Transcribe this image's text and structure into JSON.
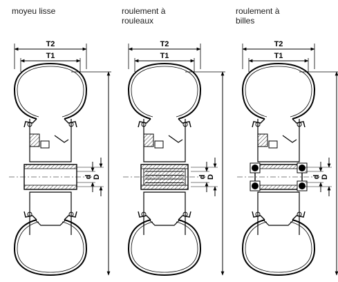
{
  "captions": [
    {
      "lines": [
        "moyeu lisse"
      ]
    },
    {
      "lines": [
        "roulement à",
        "rouleaux"
      ]
    },
    {
      "lines": [
        "roulement à",
        "billes"
      ]
    }
  ],
  "dimension_labels": {
    "t2": "T2",
    "t1": "T1",
    "d_small": "d",
    "d_large": "D"
  },
  "variants": [
    "plain",
    "roller",
    "ball"
  ]
}
